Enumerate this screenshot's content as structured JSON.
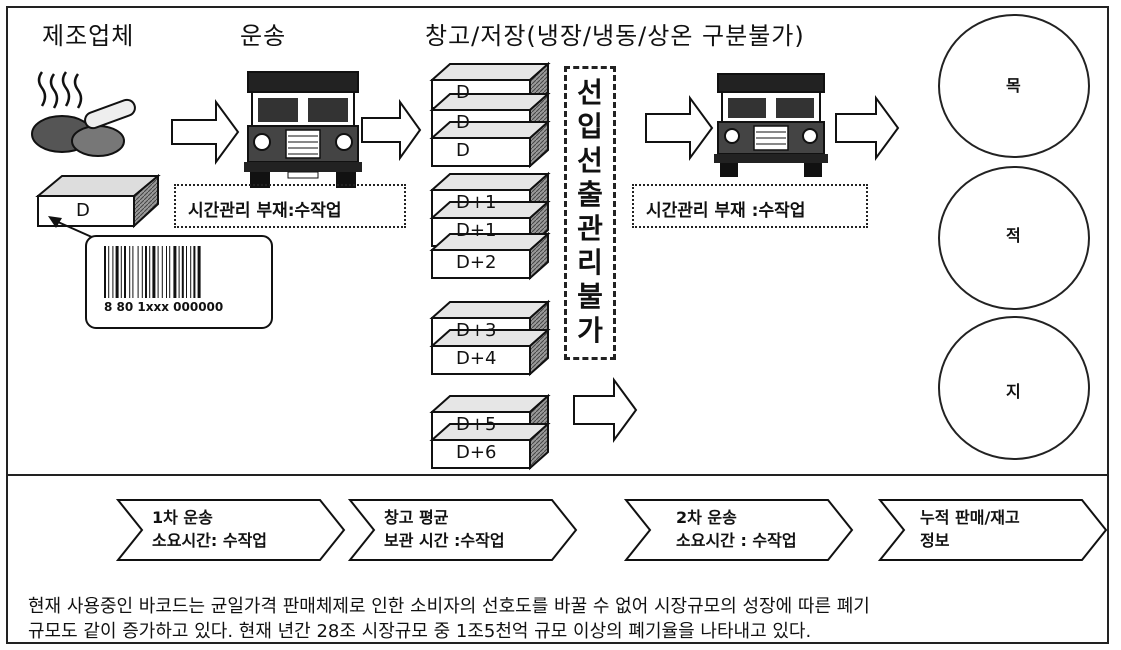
{
  "headers": {
    "manufacturer": "제조업체",
    "transport": "운송",
    "warehouse": "창고/저장(냉장/냉동/상온 구분불가)"
  },
  "notes": {
    "time_mgmt_1": "시간관리 부재:수작업",
    "time_mgmt_2": "시간관리 부재 :수작업"
  },
  "product_label": "D",
  "barcode_number": "8 80 1xxx 000000",
  "stack_labels": [
    "D",
    "D",
    "D",
    "D+1",
    "D+1",
    "D+2",
    "D+3",
    "D+4",
    "D+5",
    "D+6"
  ],
  "fifo_text": [
    "선",
    "입",
    "선",
    "출",
    "관",
    "리",
    "불",
    "가"
  ],
  "circles": [
    "목",
    "적",
    "지"
  ],
  "chevrons": [
    {
      "line1": "1차 운송",
      "line2": "소요시간: 수작업"
    },
    {
      "line1": "창고 평균",
      "line2": "보관 시간 :수작업"
    },
    {
      "line1": "2차 운송",
      "line2": "소요시간 : 수작업"
    },
    {
      "line1": "누적 판매/재고",
      "line2": "정보"
    }
  ],
  "description": {
    "line1": "현재 사용중인 바코드는 균일가격 판매체제로 인한 소비자의 선호도를 바꿀 수 없어 시장규모의 성장에 따른 폐기",
    "line2": "규모도 같이 증가하고 있다. 현재 년간 28조 시장규모 중 1조5천억 규모 이상의 폐기율을 나타내고 있다."
  }
}
